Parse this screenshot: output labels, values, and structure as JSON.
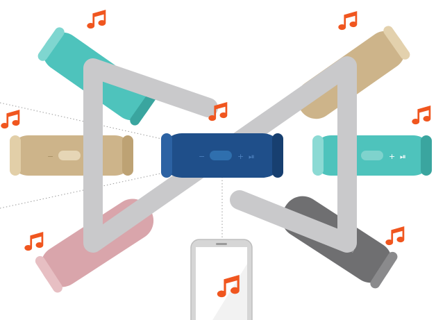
{
  "illustration": {
    "subject": "multi-speaker-connection",
    "center_speaker": {
      "color": "#1f4f8a",
      "accent": "#2f6fae"
    },
    "speakers": [
      {
        "id": "teal-top-left",
        "color": "#4ec3bc"
      },
      {
        "id": "gold-top-right",
        "color": "#cdb48a"
      },
      {
        "id": "gold-left",
        "color": "#cdb48a"
      },
      {
        "id": "teal-right",
        "color": "#4ec3bc"
      },
      {
        "id": "pink-bottom-left",
        "color": "#d9a5ab"
      },
      {
        "id": "gray-bottom-right",
        "color": "#6f6f71"
      }
    ],
    "connector_color": "#c9c9cb",
    "music_note_color": "#f0561f",
    "music_note_icon": "beamed-eighth-notes",
    "phone": {
      "frame_color": "#dcdcdc",
      "screen_color": "#f2f2f2"
    },
    "controls_glyphs": {
      "minus": "−",
      "plus": "+",
      "play": "⏯"
    }
  }
}
